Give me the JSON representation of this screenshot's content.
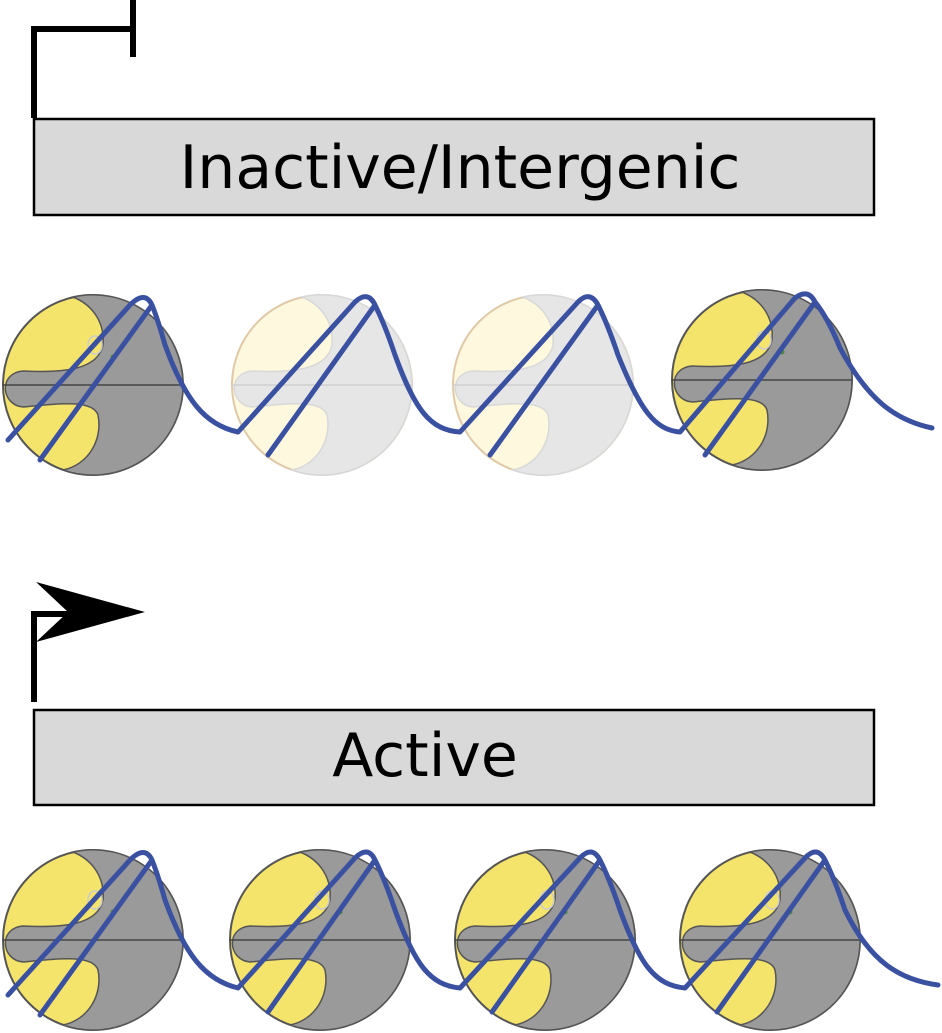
{
  "sections": [
    {
      "label": "Inactive/Intergenic",
      "promoter": "blocked",
      "nucleosomes": [
        "dense",
        "faded",
        "faded",
        "dense"
      ]
    },
    {
      "label": "Active",
      "promoter": "arrow",
      "nucleosomes": [
        "dense",
        "dense",
        "dense",
        "dense"
      ]
    }
  ],
  "colors": {
    "dna": "#3a51a1",
    "box_fill": "#d9d9d9",
    "histone_yellow": "#f5e46b",
    "histone_gray": "#9a9a9a",
    "faded_yellow": "#fdf8de",
    "faded_gray": "#e6e6e6"
  }
}
